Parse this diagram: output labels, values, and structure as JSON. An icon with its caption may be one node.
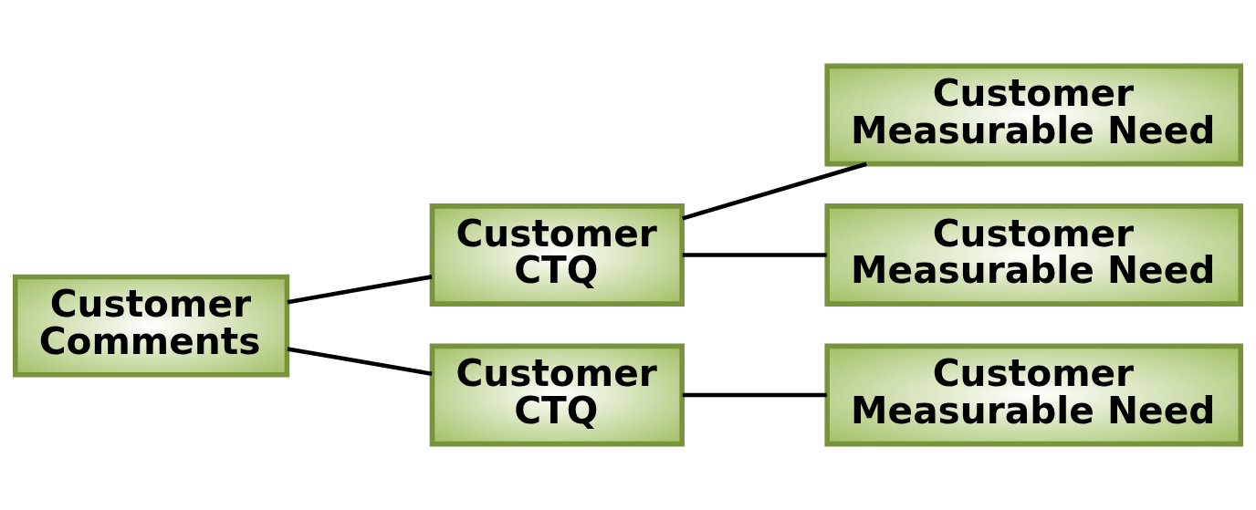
{
  "diagram": {
    "nodes": [
      {
        "text": [
          "Customer Comments"
        ]
      },
      {
        "text": [
          "Customer CTQ"
        ]
      },
      {
        "text": [
          "Customer CTQ"
        ]
      },
      {
        "text": [
          "Customer Measurable Need"
        ]
      },
      {
        "text": [
          "Customer Measurable Need"
        ]
      },
      {
        "text": [
          "Customer Measurable Need"
        ]
      }
    ],
    "edges": [
      {
        "from": 0,
        "to": 1,
        "arrow": "none"
      },
      {
        "from": 0,
        "to": 2,
        "arrow": "none"
      },
      {
        "from": 1,
        "to": 3,
        "arrow": "none"
      },
      {
        "from": 1,
        "to": 4,
        "arrow": "none"
      },
      {
        "from": 2,
        "to": 5,
        "arrow": "none"
      }
    ]
  }
}
